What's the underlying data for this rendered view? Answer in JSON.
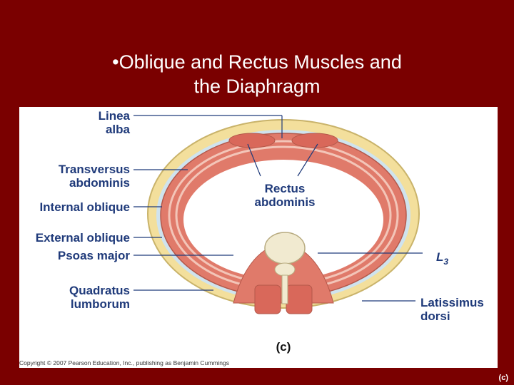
{
  "slide": {
    "title_line1": "•Oblique and Rectus Muscles and",
    "title_line2": "the Diaphragm"
  },
  "figure": {
    "labels": {
      "linea_alba_1": "Linea",
      "linea_alba_2": "alba",
      "transversus_1": "Transversus",
      "transversus_2": "abdominis",
      "internal_oblique": "Internal oblique",
      "external_oblique": "External oblique",
      "psoas_major": "Psoas major",
      "quadratus_1": "Quadratus",
      "quadratus_2": "lumborum",
      "rectus_1": "Rectus",
      "rectus_2": "abdominis",
      "l3_letter": "L",
      "l3_sub": "3",
      "latissimus_1": "Latissimus",
      "latissimus_2": "dorsi",
      "panel": "(c)"
    },
    "copyright": "Copyright © 2007 Pearson Education, Inc., publishing as Benjamin Cummings",
    "panel_corner": "(c)",
    "colors": {
      "muscle": "#e07a6a",
      "fat": "#f3df9c",
      "fascia": "#cfe3ee",
      "label": "#1f3a7a",
      "background": "#7a0000"
    }
  }
}
